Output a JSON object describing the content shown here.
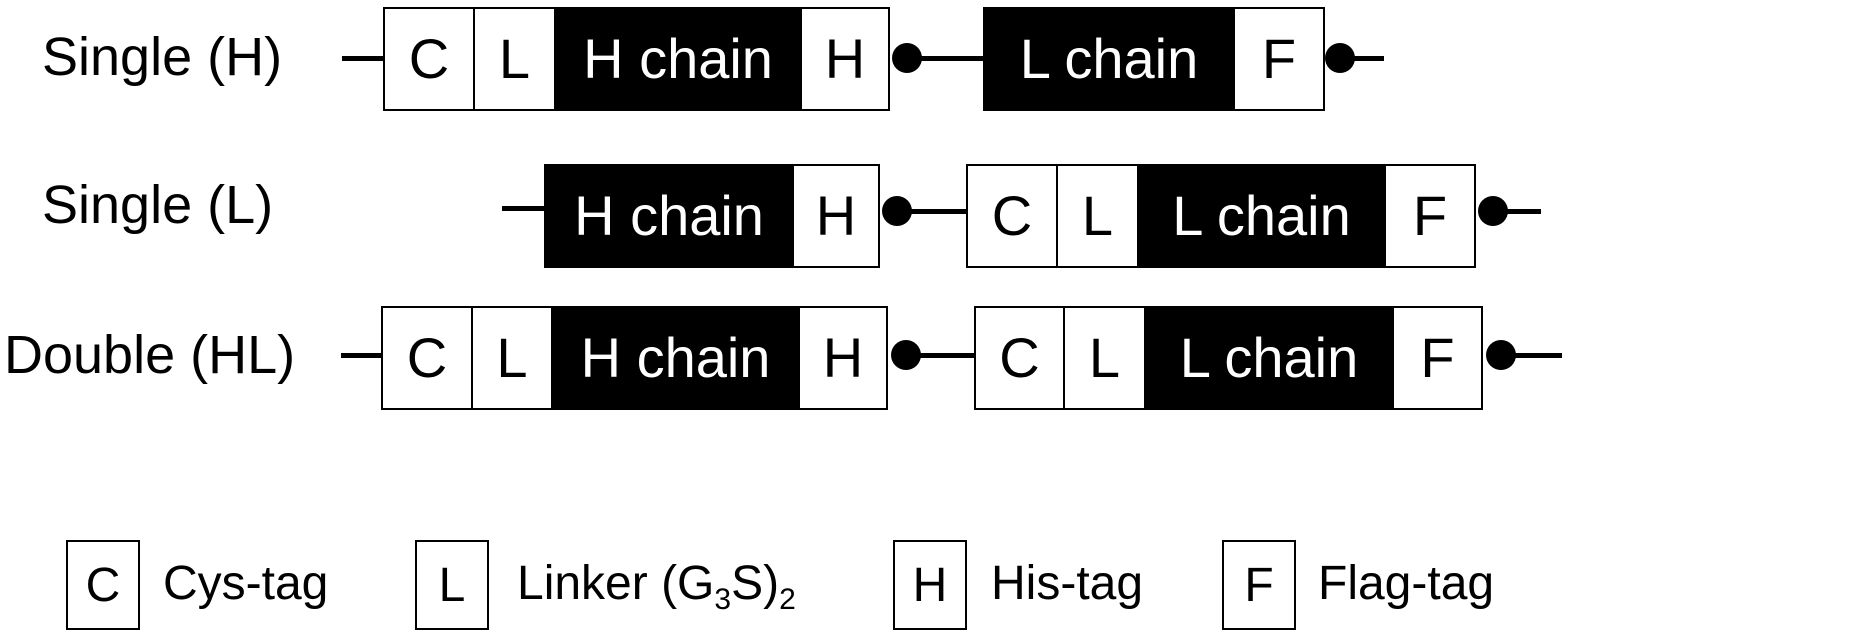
{
  "constructs": [
    {
      "name": "Single (H)",
      "segments": [
        "C",
        "L",
        "H chain",
        "H",
        "L chain",
        "F"
      ]
    },
    {
      "name": "Single (L)",
      "segments": [
        "H chain",
        "H",
        "C",
        "L",
        "L chain",
        "F"
      ]
    },
    {
      "name": "Double (HL)",
      "segments": [
        "C",
        "L",
        "H chain",
        "H",
        "C",
        "L",
        "L chain",
        "F"
      ]
    }
  ],
  "legend": [
    {
      "symbol": "C",
      "text": "Cys-tag"
    },
    {
      "symbol": "L",
      "text_prefix": "Linker (G",
      "sub1": "3",
      "text_mid": "S)",
      "sub2": "2"
    },
    {
      "symbol": "H",
      "text": "His-tag"
    },
    {
      "symbol": "F",
      "text": "Flag-tag"
    }
  ]
}
